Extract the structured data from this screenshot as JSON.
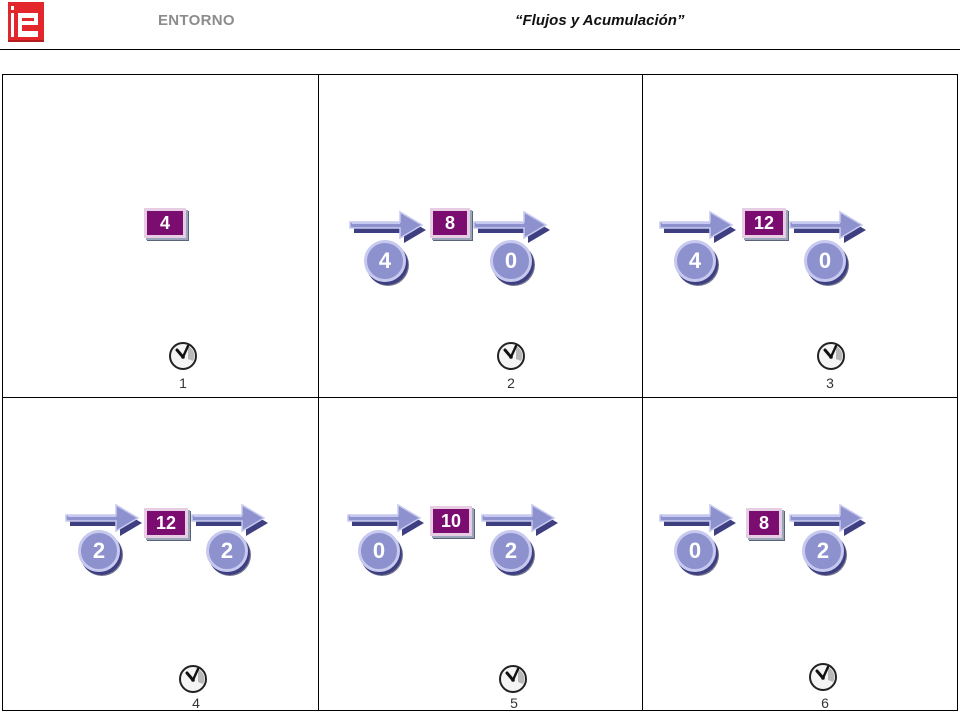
{
  "header": {
    "logo_text": "ie",
    "section": "ENTORNO",
    "title": "“Flujos y Acumulación”"
  },
  "colors": {
    "stock_fill": "#7b0d70",
    "rate_fill": "#8d92cf",
    "arrow_fill": "#8d92cf",
    "logo_red": "#e3262b"
  },
  "steps": [
    {
      "step": "1",
      "stock": "4",
      "inflow": null,
      "outflow": null
    },
    {
      "step": "2",
      "stock": "8",
      "inflow": "4",
      "outflow": "0"
    },
    {
      "step": "3",
      "stock": "12",
      "inflow": "4",
      "outflow": "0"
    },
    {
      "step": "4",
      "stock": "12",
      "inflow": "2",
      "outflow": "2"
    },
    {
      "step": "5",
      "stock": "10",
      "inflow": "0",
      "outflow": "2"
    },
    {
      "step": "6",
      "stock": "8",
      "inflow": "0",
      "outflow": "2"
    }
  ]
}
